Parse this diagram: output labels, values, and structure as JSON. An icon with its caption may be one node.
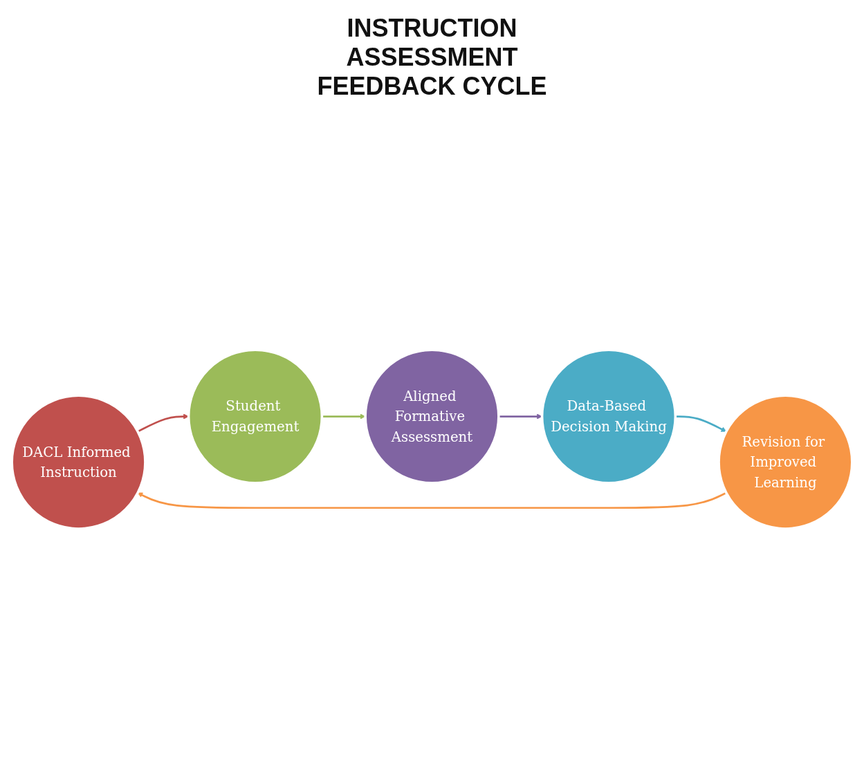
{
  "diagram": {
    "title": "INSTRUCTION ASSESSMENT FEEDBACK CYCLE",
    "nodes": [
      {
        "text": [
          "DACL Informed Instruction"
        ]
      },
      {
        "text": [
          "Student Engagement"
        ]
      },
      {
        "text": [
          "Aligned Formative Assessment"
        ]
      },
      {
        "text": [
          "Data-Based Decision Making"
        ]
      },
      {
        "text": [
          "Revision for Improved Learning"
        ]
      }
    ],
    "edges": [
      {
        "from": 0,
        "to": 1,
        "arrow": "to",
        "color": "#c0504d"
      },
      {
        "from": 1,
        "to": 2,
        "arrow": "to",
        "color": "#9bbb59"
      },
      {
        "from": 2,
        "to": 3,
        "arrow": "to",
        "color": "#8064a2"
      },
      {
        "from": 3,
        "to": 4,
        "arrow": "to",
        "color": "#4bacc6"
      },
      {
        "from": 4,
        "to": 0,
        "arrow": "to",
        "color": "#f79646"
      }
    ]
  }
}
